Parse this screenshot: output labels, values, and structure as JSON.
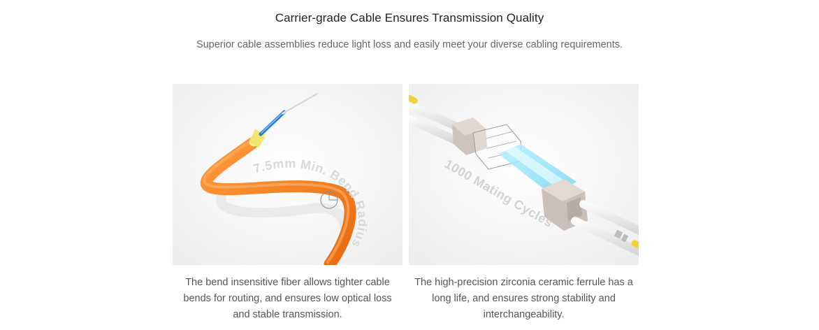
{
  "section": {
    "title": "Carrier-grade Cable Ensures Transmission Quality",
    "subtitle": "Superior cable assemblies reduce light loss and easily meet your diverse cabling requirements."
  },
  "cards": [
    {
      "image_label": "7.5mm Min. Bend Radius",
      "caption": "The bend insensitive fiber allows tighter cable bends for routing, and ensures low optical loss and stable transmission."
    },
    {
      "image_label": "1000 Mating Cycles",
      "caption": "The high-precision zirconia ceramic ferrule has a long life, and ensures strong stability and interchangeability."
    }
  ],
  "colors": {
    "cable_orange": "#f47b20",
    "background_gray": "#f3f3f3",
    "text_dark": "#222222",
    "text_muted": "#666666"
  }
}
